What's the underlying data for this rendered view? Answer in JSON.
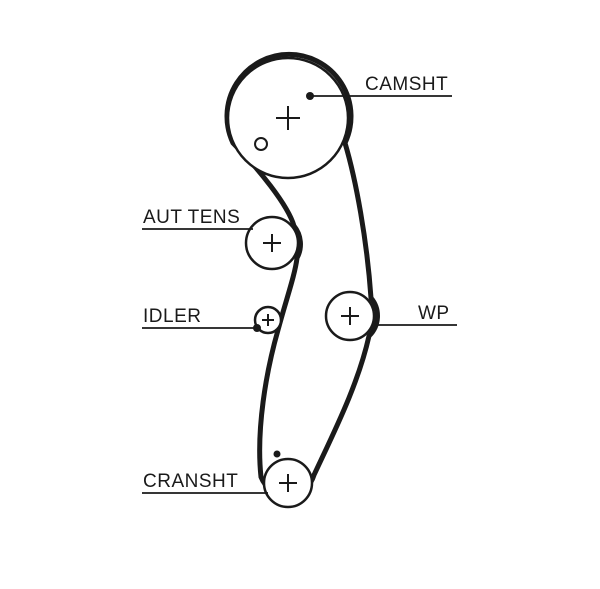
{
  "diagram": {
    "type": "timing-belt-routing",
    "colors": {
      "background": "#ffffff",
      "line": "#1a1a1a"
    },
    "labels": {
      "camshaft": "CAMSHT",
      "tensioner": "AUT TENS",
      "idler": "IDLER",
      "water_pump": "WP",
      "crankshaft": "CRANSHT"
    }
  }
}
